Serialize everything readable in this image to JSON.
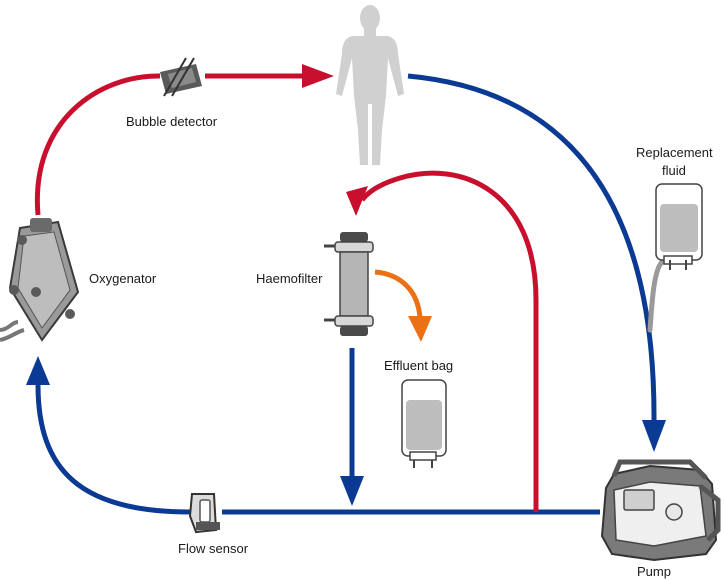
{
  "labels": {
    "bubble_detector": "Bubble detector",
    "replacement_fluid_line1": "Replacement",
    "replacement_fluid_line2": "fluid",
    "oxygenator": "Oxygenator",
    "haemofilter": "Haemofilter",
    "effluent_bag": "Effluent bag",
    "flow_sensor": "Flow sensor",
    "pump": "Pump"
  },
  "colors": {
    "arterial": "#c8102e",
    "venous": "#0a3a93",
    "effluent": "#ec7014",
    "replacement": "#9a9a9a",
    "device_dark": "#555555",
    "device_light": "#cfcfcf",
    "patient": "#d0d0d0"
  },
  "icons": {
    "patient": "human-figure-icon",
    "bubble_detector": "bubble-detector-icon",
    "oxygenator": "oxygenator-icon",
    "haemofilter": "haemofilter-icon",
    "effluent_bag": "fluid-bag-icon",
    "replacement_bag": "fluid-bag-icon",
    "flow_sensor": "flow-sensor-icon",
    "pump": "pump-icon"
  }
}
